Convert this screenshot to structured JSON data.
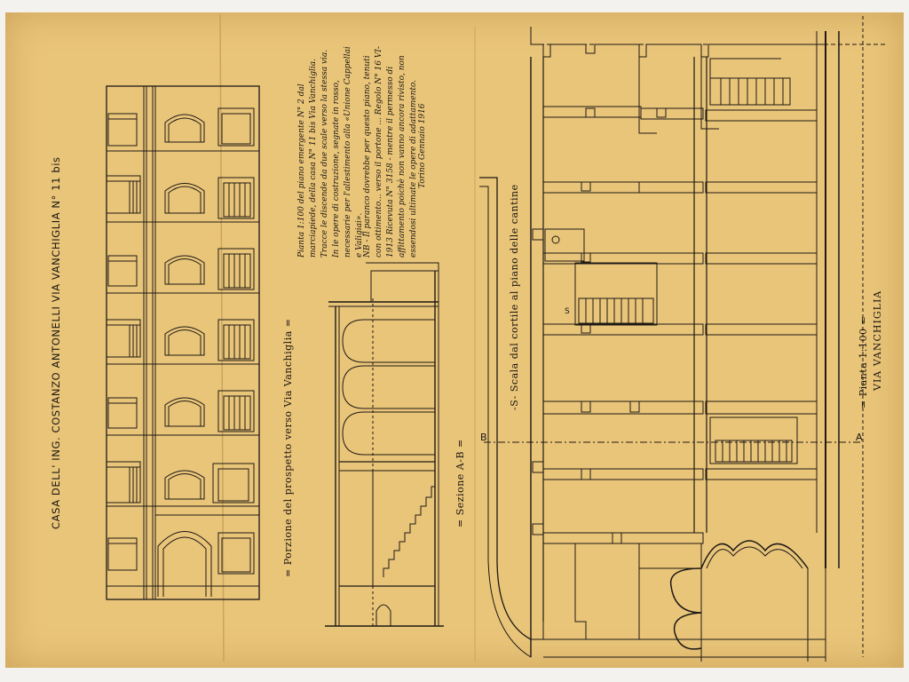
{
  "sheet": {
    "title": "CASA DELL' ING. COSTANZO ANTONELLI VIA VANCHIGLIA N° 11 bis",
    "elevation_label": "= Porzione del prospetto verso Via Vanchiglia =",
    "section_label": "= Sezione A-B =",
    "stair_label": "-S- Scala dal cortile al piano delle cantine",
    "plan_scale": "= Pianta 1:100 =",
    "street_name": "VIA VANCHIGLIA",
    "marker_a": "A",
    "marker_b": "B",
    "marker_s": "S",
    "note_main": "Pianta 1:100 del piano emergente N° 2 dal marciapiede, della casa N° 11 bis Via Vanchiglia. Tracce le discende da due scale verso la stessa via. In le opere di costruzione, segnate in rosso, necessarie per l'allestimento alla «Unione Cappellai e Valigiai».",
    "note_nb": "NB - Il paranco dovrebbe per questo piano, tenuti con ottimento... verso il portone ... Regolo N° 16 VI-1913 Ricevuta N° 3158 - mentre il permesso di affittamento poichè non vanno ancora rivisto, non essendosi ultimate le opere di adattamento.",
    "signature": "Torino Gennaio 1916"
  }
}
